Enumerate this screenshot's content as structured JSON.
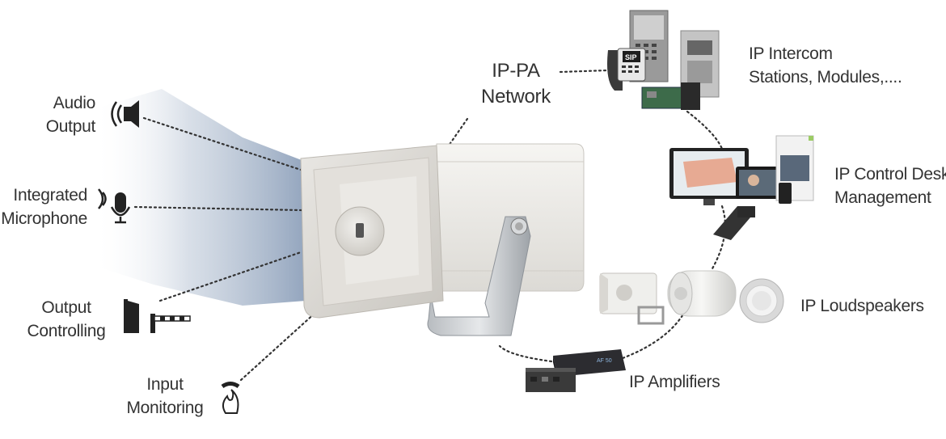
{
  "left_labels": {
    "audio_output": [
      "Audio",
      "Output"
    ],
    "integrated_microphone": [
      "Integrated",
      "Microphone"
    ],
    "output_controlling": [
      "Output",
      "Controlling"
    ],
    "input_monitoring": [
      "Input",
      "Monitoring"
    ]
  },
  "network_label": [
    "IP-PA",
    "Network"
  ],
  "right_labels": {
    "intercom": [
      "IP Intercom",
      "Stations, Modules,...."
    ],
    "control_desk": [
      "IP Control Desk",
      "Management"
    ],
    "loudspeakers": "IP Loudspeakers",
    "amplifiers": "IP Amplifiers"
  },
  "device_text": {
    "sip_sign": "SIP",
    "amp_model": "AF 50"
  }
}
